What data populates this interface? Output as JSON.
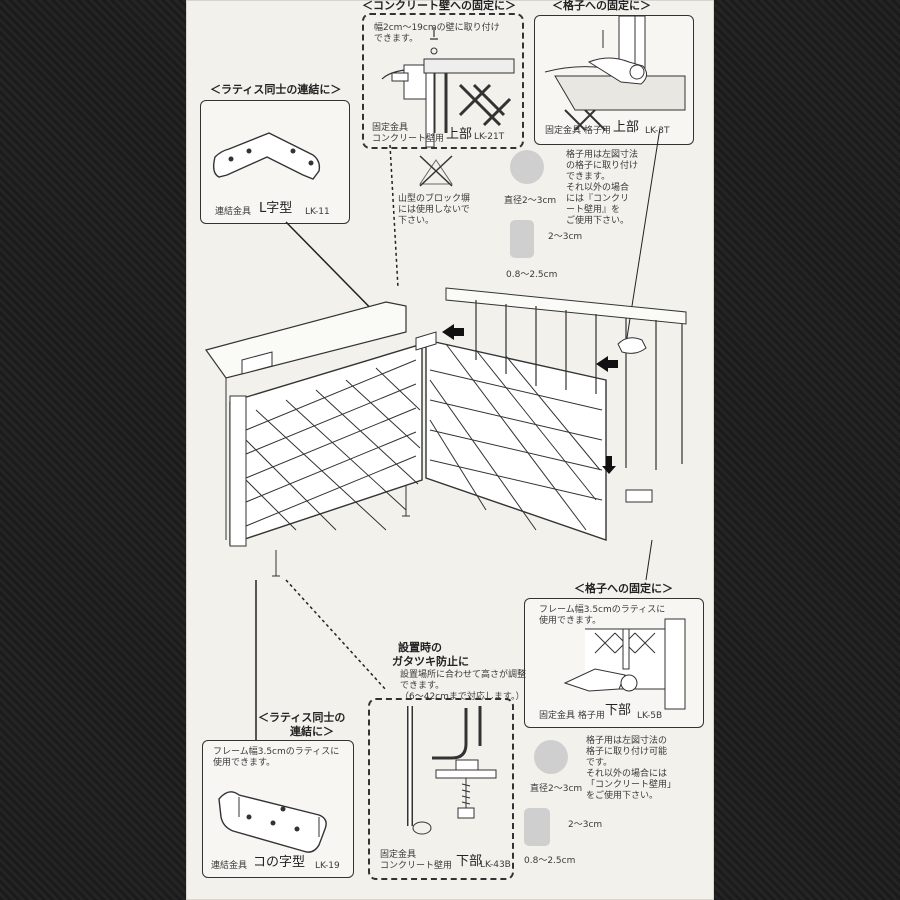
{
  "concrete_top": {
    "header": "＜コンクリート壁への固定に＞",
    "note": "幅2cm〜19cmの壁に取り付け\nできます。",
    "caption_small": "固定金具\nコンクリート壁用",
    "caption_big": "上部",
    "model": "LK-21T"
  },
  "lattice_top": {
    "header": "＜格子への固定に＞",
    "caption_small": "固定金具 格子用",
    "caption_big": "上部",
    "model": "LK-3T"
  },
  "lattice_join_top": {
    "header": "＜ラティス同士の連結に＞",
    "caption_small": "連結金具",
    "caption_big": "L字型",
    "model": "LK-11"
  },
  "block_wall_note": "山型のブロック塀\nには使用しないで\n下さい。",
  "size_top": {
    "diameter": "直径2〜3cm",
    "height": "2〜3cm",
    "width": "0.8〜2.5cm"
  },
  "lattice_note_top": "格子用は左図寸法\nの格子に取り付け\nできます。\nそれ以外の場合\nには『コンクリ\nート壁用』を\nご使用下さい。",
  "lattice_bottom": {
    "header": "＜格子への固定に＞",
    "note": "フレーム幅3.5cmのラティスに\n使用できます。",
    "caption_small": "固定金具 格子用",
    "caption_big": "下部",
    "model": "LK-5B"
  },
  "anti_rattle": {
    "header_line1": "設置時の",
    "header_line2": "ガタツキ防止に",
    "note": "設置場所に合わせて高さが調整\nできます。\n（6〜42cmまで対応します。）",
    "caption_small": "固定金具\nコンクリート壁用",
    "caption_big": "下部",
    "model": "LK-43B"
  },
  "lattice_join_bottom": {
    "header_line1": "＜ラティス同士の",
    "header_line2": "連結に＞",
    "note": "フレーム幅3.5cmのラティスに\n使用できます。",
    "caption_small": "連結金具",
    "caption_big": "コの字型",
    "model": "LK-19"
  },
  "lattice_note_bottom": "格子用は左図寸法の\n格子に取り付け可能\nです。\nそれ以外の場合には\n「コンクリート壁用」\nをご使用下さい。",
  "size_bottom": {
    "diameter": "直径2〜3cm",
    "height": "2〜3cm",
    "width": "0.8〜2.5cm"
  }
}
